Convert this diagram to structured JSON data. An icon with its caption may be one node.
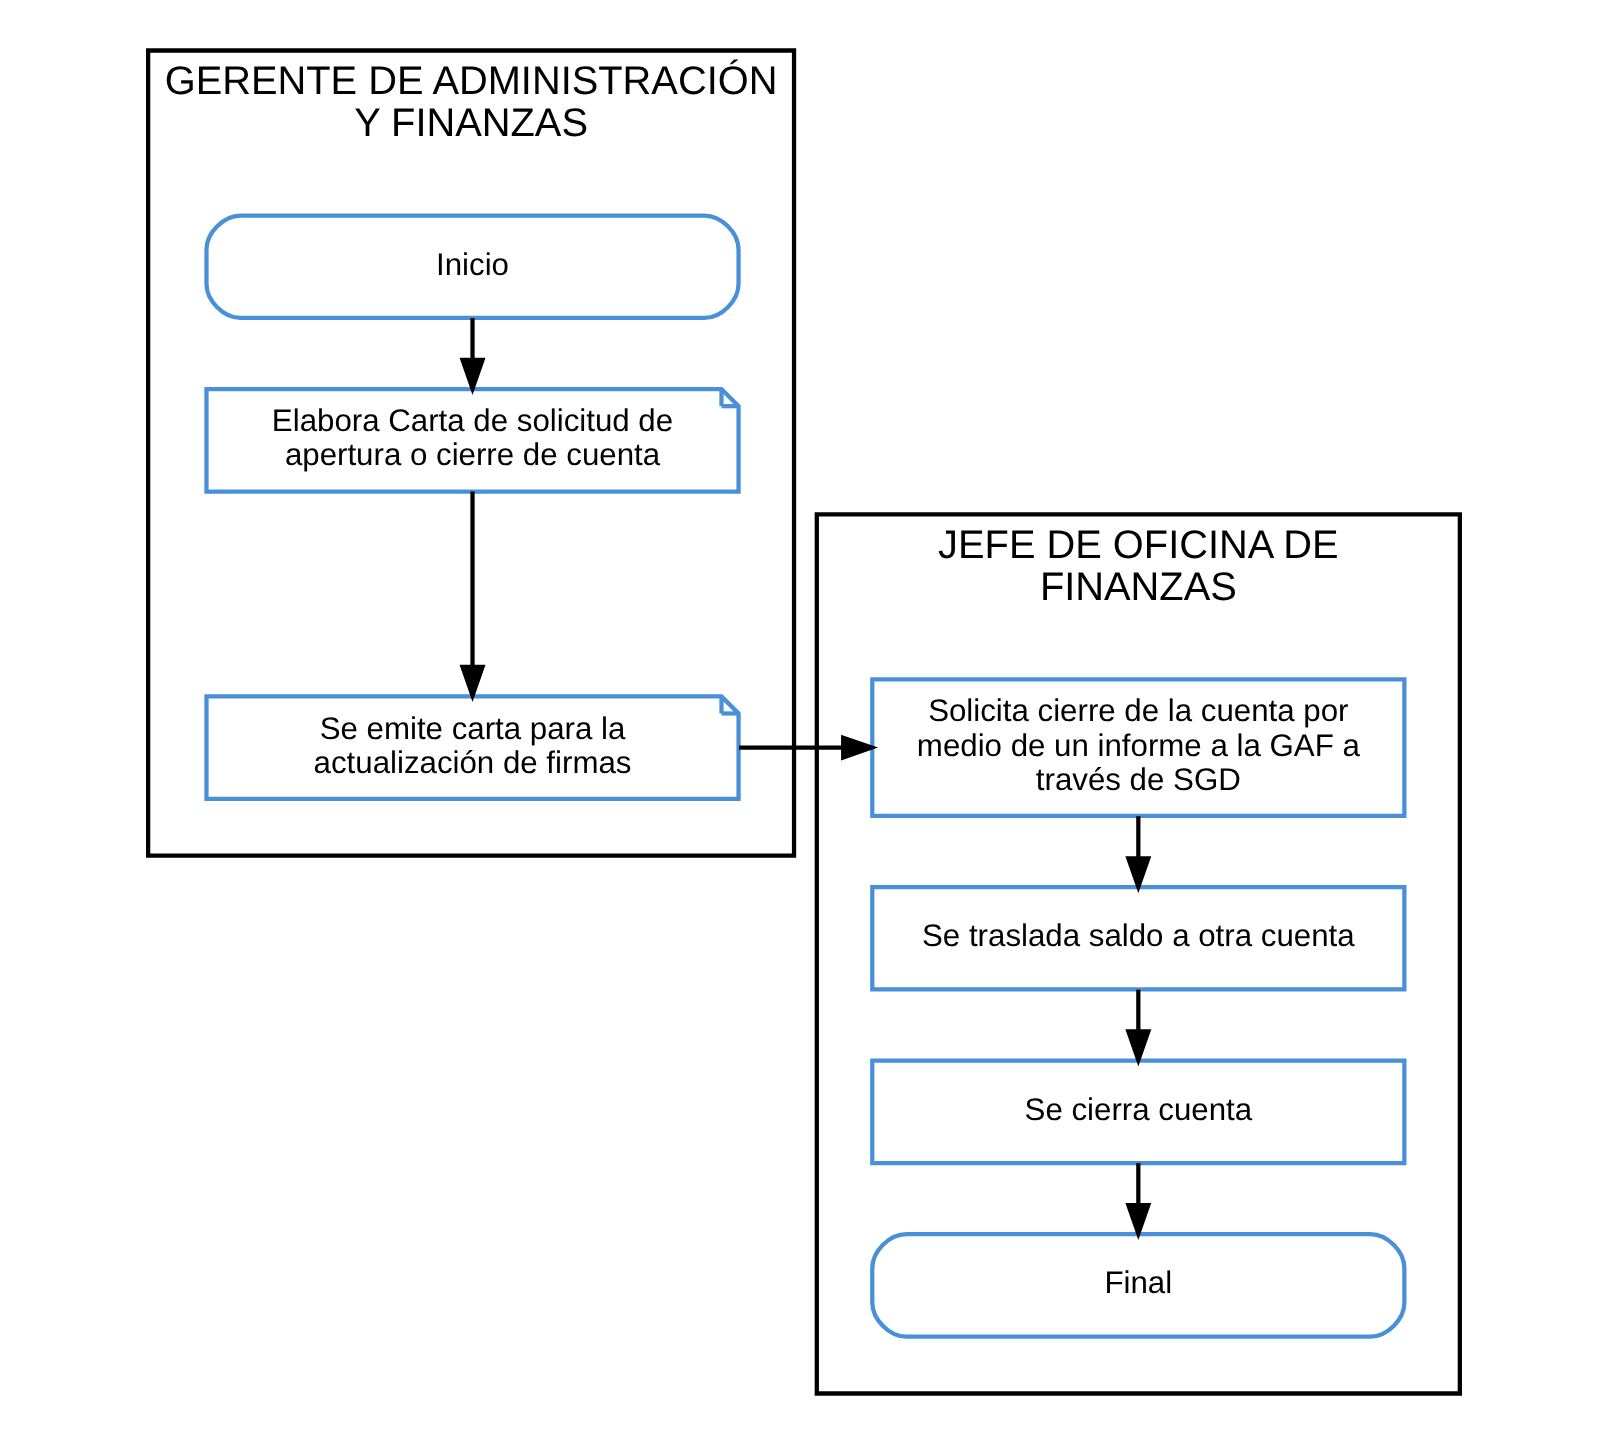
{
  "diagram": {
    "nodes": [
      {
        "text": [
          "GERENTE DE ADMINISTRACIÓN Y FINANZAS"
        ]
      },
      {
        "text": [
          "JEFE DE OFICINA DE FINANZAS"
        ]
      },
      {
        "text": [
          "Inicio"
        ],
        "in": 0
      },
      {
        "text": [
          "Elabora Carta de solicitud de apertura o cierre de cuenta"
        ],
        "in": 0
      },
      {
        "text": [
          "Se emite carta para la actualización de firmas"
        ],
        "in": 0
      },
      {
        "text": [
          "Solicita cierre de la cuenta por medio de un informe a la GAF a través de SGD"
        ],
        "in": 1
      },
      {
        "text": [
          "Se traslada saldo a otra cuenta"
        ],
        "in": 1
      },
      {
        "text": [
          "Se cierra cuenta"
        ],
        "in": 1
      },
      {
        "text": [
          "Final"
        ],
        "in": 1
      }
    ],
    "edges": [
      {
        "from": 2,
        "to": 3,
        "arrow": "to"
      },
      {
        "from": 3,
        "to": 4,
        "arrow": "to"
      },
      {
        "from": 4,
        "to": 5,
        "arrow": "to"
      },
      {
        "from": 5,
        "to": 6,
        "arrow": "to"
      },
      {
        "from": 6,
        "to": 7,
        "arrow": "to"
      },
      {
        "from": 7,
        "to": 8,
        "arrow": "to"
      }
    ]
  }
}
